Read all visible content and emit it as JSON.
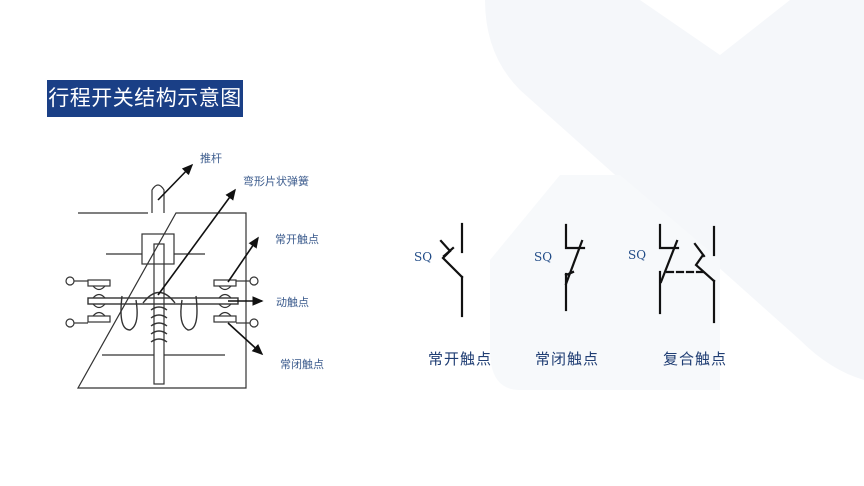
{
  "slide": {
    "title": "行程开关结构示意图",
    "accent_color": "#1a3f86",
    "label_color": "#3a5a8c",
    "caption_color": "#1f3d73"
  },
  "structure_diagram": {
    "labels": {
      "push_rod": "推杆",
      "curved_leaf_spring": "弯形片状弹簧",
      "normally_open_contact": "常开触点",
      "moving_contact": "动触点",
      "normally_closed_contact": "常闭触点"
    }
  },
  "symbols": [
    {
      "id": "no",
      "tag": "SQ",
      "caption": "常开触点"
    },
    {
      "id": "nc",
      "tag": "SQ",
      "caption": "常闭触点"
    },
    {
      "id": "combo",
      "tag": "SQ",
      "caption": "复合触点"
    }
  ]
}
